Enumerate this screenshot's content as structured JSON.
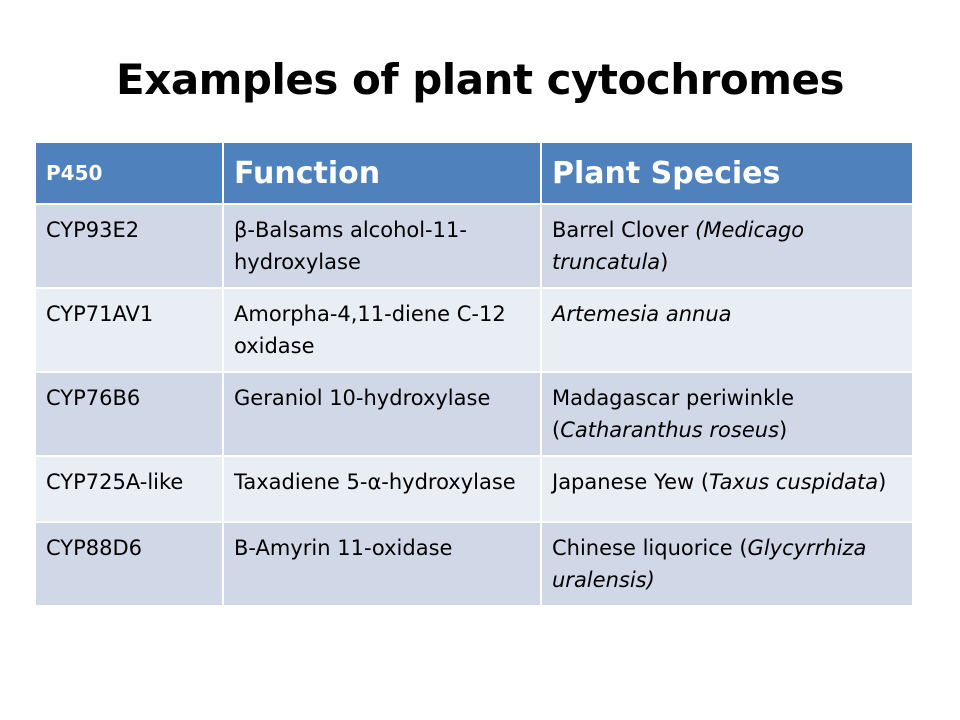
{
  "title": "Examples of plant cytochromes",
  "headers": {
    "p450": "P450",
    "function": "Function",
    "species": "Plant Species"
  },
  "rows": [
    {
      "p450": "CYP93E2",
      "function": "β-Balsams alcohol-11-hydroxylase",
      "species_prefix": "Barrel Clover ",
      "species_latin": "(Medicago truncatula",
      "species_suffix": ")"
    },
    {
      "p450": "CYP71AV1",
      "function": "Amorpha-4,11-diene C-12 oxidase",
      "species_prefix": "",
      "species_latin": "Artemesia annua",
      "species_suffix": ""
    },
    {
      "p450": "CYP76B6",
      "function": "Geraniol 10-hydroxylase",
      "species_prefix": "Madagascar periwinkle (",
      "species_latin": "Catharanthus roseus",
      "species_suffix": ")"
    },
    {
      "p450": "CYP725A-like",
      "function": "Taxadiene 5-α-hydroxylase",
      "species_prefix": "Japanese Yew (",
      "species_latin": "Taxus cuspidata",
      "species_suffix": ")"
    },
    {
      "p450": "CYP88D6",
      "function": "B-Amyrin 11-oxidase",
      "species_prefix": "Chinese liquorice (",
      "species_latin": "Glycyrrhiza uralensis)",
      "species_suffix": ""
    }
  ],
  "colors": {
    "header_bg": "#4f81bd",
    "row_dark": "#d0d8e8",
    "row_light": "#e9edf4"
  }
}
